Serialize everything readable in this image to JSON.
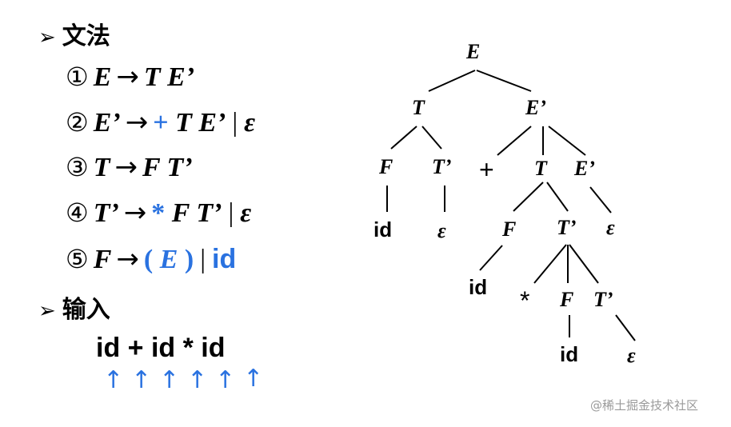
{
  "grammar": {
    "heading": "文法",
    "rules": [
      {
        "num": "①",
        "lhs": "E",
        "rhs": [
          "T",
          "E’"
        ]
      },
      {
        "num": "②",
        "lhs": "E’",
        "plus": "+",
        "rhs": [
          "T",
          "E’"
        ],
        "alt": "ε"
      },
      {
        "num": "③",
        "lhs": "T",
        "rhs": [
          "F",
          "T’"
        ]
      },
      {
        "num": "④",
        "lhs": "T’",
        "star": "*",
        "rhs": [
          "F",
          "T’"
        ],
        "alt": "ε"
      },
      {
        "num": "⑤",
        "lhs": "F",
        "lparen": "(",
        "mid": "E",
        "rparen": ")",
        "alt": "id"
      }
    ],
    "arrow": "→",
    "bar": "|"
  },
  "input": {
    "heading": "输入",
    "text": "id + id * id",
    "pointer": "↑"
  },
  "tree": {
    "nodes": [
      {
        "id": "n1",
        "label": "E"
      },
      {
        "id": "n2",
        "label": "T"
      },
      {
        "id": "n3",
        "label": "E’"
      },
      {
        "id": "n4",
        "label": "F"
      },
      {
        "id": "n5",
        "label": "T’"
      },
      {
        "id": "n6",
        "label": "id"
      },
      {
        "id": "n7",
        "label": "ε"
      },
      {
        "id": "n8",
        "label": "+"
      },
      {
        "id": "n9",
        "label": "T"
      },
      {
        "id": "n10",
        "label": "E’"
      },
      {
        "id": "n11",
        "label": "F"
      },
      {
        "id": "n12",
        "label": "T’"
      },
      {
        "id": "n13",
        "label": "ε"
      },
      {
        "id": "n14",
        "label": "id"
      },
      {
        "id": "n15",
        "label": "*"
      },
      {
        "id": "n16",
        "label": "F"
      },
      {
        "id": "n17",
        "label": "T’"
      },
      {
        "id": "n18",
        "label": "id"
      },
      {
        "id": "n19",
        "label": "ε"
      }
    ]
  },
  "watermark": "@稀土掘金技术社区",
  "colors": {
    "accent": "#2a72e0",
    "text": "#000000"
  }
}
